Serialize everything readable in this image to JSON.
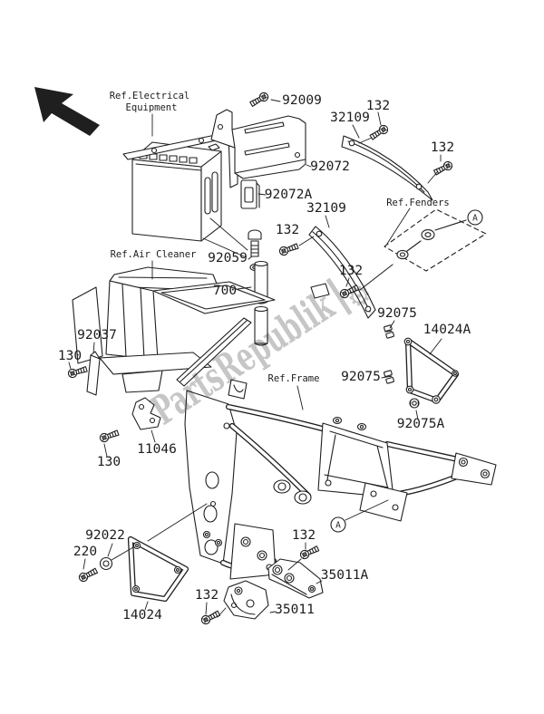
{
  "diagram": {
    "refs": {
      "electrical_line1": "Ref.Electrical",
      "electrical_line2": "Equipment",
      "air_cleaner": "Ref.Air Cleaner",
      "fenders": "Ref.Fenders",
      "frame": "Ref.Frame"
    },
    "parts": {
      "p92009": "92009",
      "p132": "132",
      "p32109": "32109",
      "p92072": "92072",
      "p92072a": "92072A",
      "p92059": "92059",
      "p700": "700",
      "p92037": "92037",
      "p130": "130",
      "p11046": "11046",
      "p92075": "92075",
      "p14024a": "14024A",
      "p92075a": "92075A",
      "p92022": "92022",
      "p220": "220",
      "p14024": "14024",
      "p35011": "35011",
      "p35011a": "35011A"
    },
    "callout_letter": "A",
    "watermark": {
      "text": "PartsRepublik",
      "gear_icon": "⚙",
      "color": "#b8b8b8"
    },
    "colors": {
      "line": "#1f1f1f",
      "label": "#1c1c1c",
      "background": "#ffffff"
    }
  }
}
